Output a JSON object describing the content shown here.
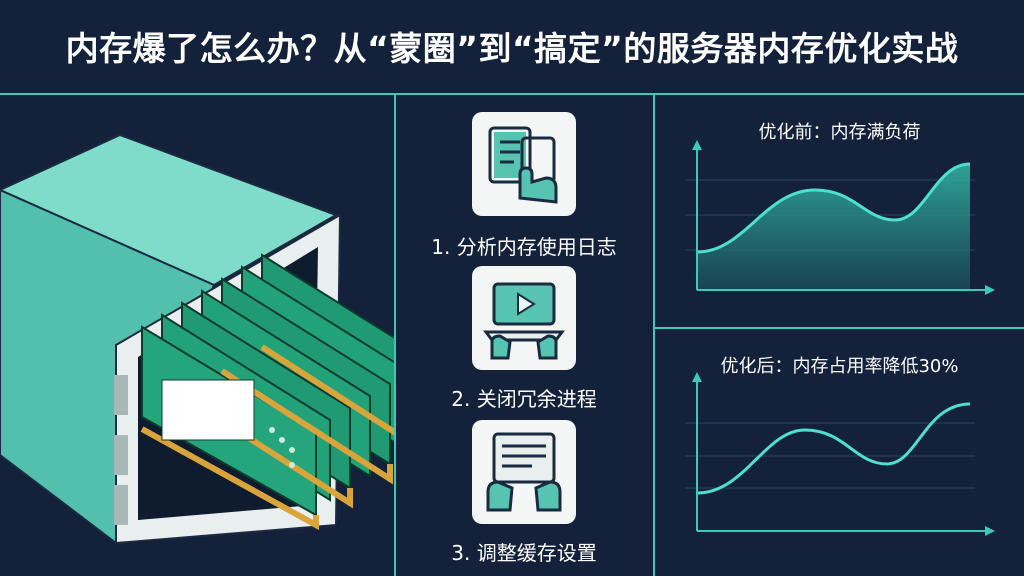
{
  "title": "内存爆了怎么办？从“蒙圈”到“搞定”的服务器内存优化实战",
  "steps": [
    {
      "label": "1. 分析内存使用日志",
      "icon": "document-hand-icon"
    },
    {
      "label": "2. 关闭冗余进程",
      "icon": "laptop-play-icon"
    },
    {
      "label": "3. 调整缓存设置",
      "icon": "settings-screen-hands-icon"
    }
  ],
  "panels": {
    "before": {
      "title": "优化前：内存满负荷"
    },
    "after": {
      "title": "优化后：内存占用率降低30%"
    }
  },
  "colors": {
    "background": "#14213a",
    "accent": "#3fc8b7",
    "server": "#6fd3c2",
    "ram": "#1f9a73",
    "gold": "#d9a43a"
  }
}
